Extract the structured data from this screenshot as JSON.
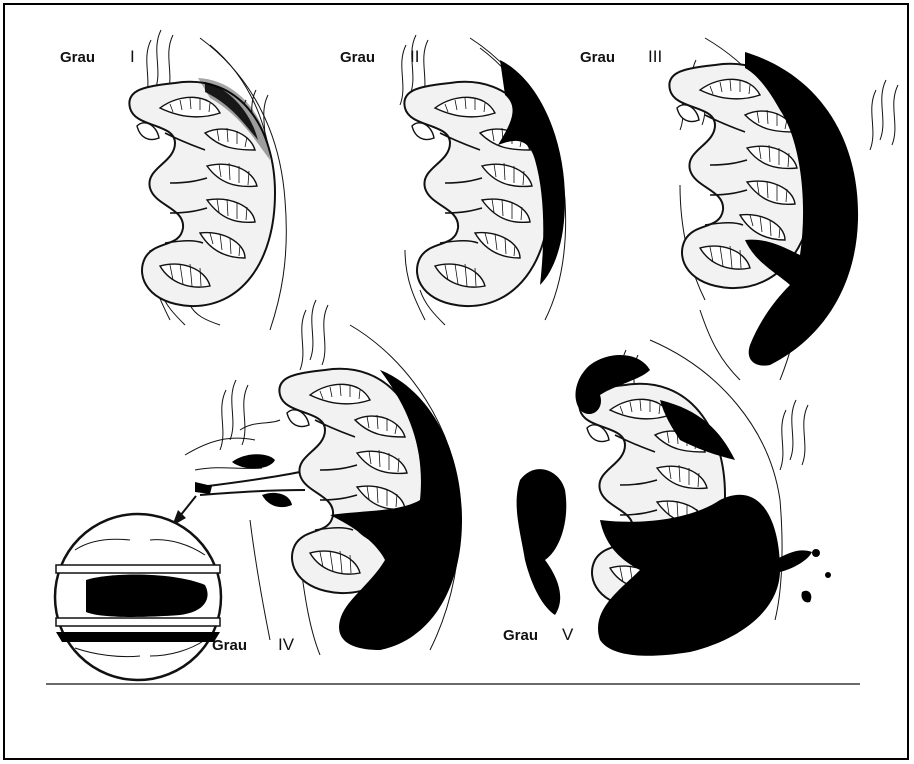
{
  "figure": {
    "panels": [
      {
        "word": "Grau",
        "numeral": "I"
      },
      {
        "word": "Grau",
        "numeral": "II"
      },
      {
        "word": "Grau",
        "numeral": "III"
      },
      {
        "word": "Grau",
        "numeral": "IV"
      },
      {
        "word": "Grau",
        "numeral": "V"
      }
    ]
  },
  "colors": {
    "ink": "#000000",
    "background": "#ffffff",
    "cortex": "#f2f2f2"
  }
}
